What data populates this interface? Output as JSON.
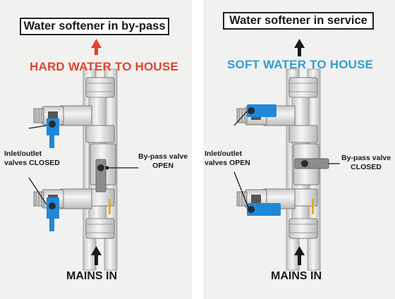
{
  "left": {
    "title": "Water softener in by-pass",
    "flow_label": "HARD WATER TO HOUSE",
    "flow_color": "#e0432b",
    "inlet_label_line1": "Inlet/outlet",
    "inlet_label_line2": "valves CLOSED",
    "bypass_label_line1": "By-pass valve",
    "bypass_label_line2": "OPEN",
    "mains_label": "MAINS IN"
  },
  "right": {
    "title": "Water softener in service",
    "flow_label": "SOFT WATER TO HOUSE",
    "flow_color": "#2d9fd8",
    "inlet_label_line1": "Inlet/outlet",
    "inlet_label_line2": "valves OPEN",
    "bypass_label_line1": "By-pass valve",
    "bypass_label_line2": "CLOSED",
    "mains_label": "MAINS IN"
  },
  "colors": {
    "valve_blue": "#1e88d8",
    "valve_grey": "#8a8c8e",
    "pipe": "#d9d9d9"
  }
}
